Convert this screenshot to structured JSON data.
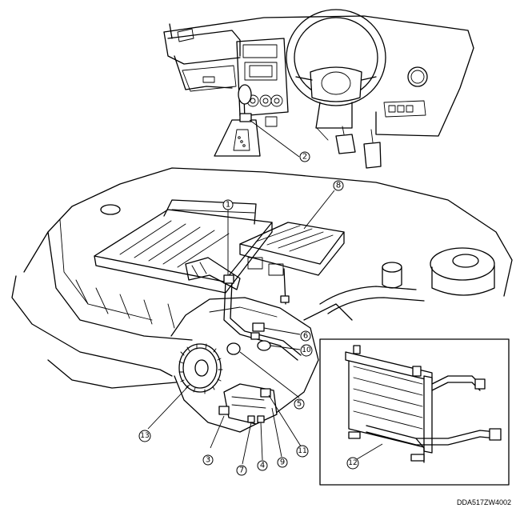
{
  "diagram": {
    "callouts": [
      {
        "id": "1",
        "label": "1"
      },
      {
        "id": "2",
        "label": "2"
      },
      {
        "id": "3",
        "label": "3"
      },
      {
        "id": "4",
        "label": "4"
      },
      {
        "id": "5",
        "label": "5"
      },
      {
        "id": "6",
        "label": "6"
      },
      {
        "id": "7",
        "label": "7"
      },
      {
        "id": "8",
        "label": "8"
      },
      {
        "id": "9",
        "label": "9"
      },
      {
        "id": "10",
        "label": "10"
      },
      {
        "id": "11",
        "label": "11"
      },
      {
        "id": "12",
        "label": "12"
      },
      {
        "id": "13",
        "label": "13"
      }
    ],
    "figure_code": "DDA517ZW4002"
  }
}
